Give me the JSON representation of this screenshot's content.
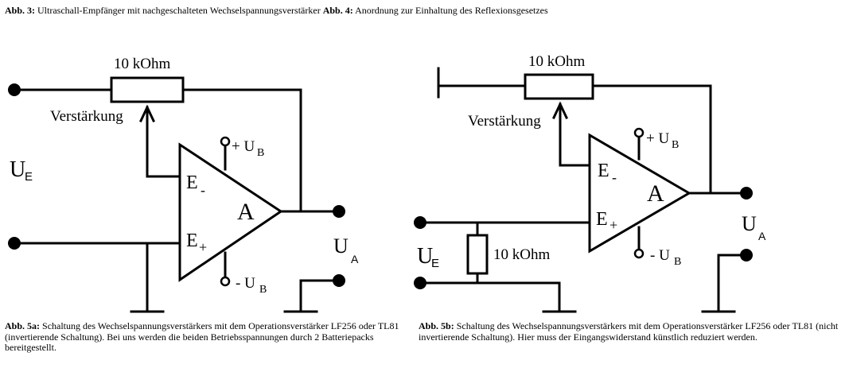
{
  "heading": {
    "fig3_label": "Abb. 3:",
    "fig3_text": "Ultraschall-Empfänger mit nachgeschalteten Wechselspannungsverstärker",
    "fig4_label": "Abb. 4:",
    "fig4_text": "Anordnung zur Einhaltung des Reflexionsgesetzes"
  },
  "circuit_a": {
    "resistor_label": "10 kOhm",
    "gain_label": "Verstärkung",
    "input_label": "U",
    "input_sub": "E",
    "inverting_input": "E",
    "inverting_sign": "-",
    "noninverting_input": "E",
    "noninverting_sign": "+",
    "amp_label": "A",
    "vplus_prefix": "+ U",
    "vplus_sub": "B",
    "vminus_prefix": "- U",
    "vminus_sub": "B",
    "output_label": "U",
    "output_sub": "A"
  },
  "circuit_b": {
    "resistor_label": "10 kOhm",
    "input_resistor_label": "10 kOhm",
    "gain_label": "Verstärkung",
    "input_label": "U",
    "input_sub": "E",
    "inverting_input": "E",
    "inverting_sign": "-",
    "noninverting_input": "E",
    "noninverting_sign": "+",
    "amp_label": "A",
    "vplus_prefix": "+ U",
    "vplus_sub": "B",
    "vminus_prefix": "- U",
    "vminus_sub": "B",
    "output_label": "U",
    "output_sub": "A"
  },
  "caption_a": {
    "label": "Abb. 5a:",
    "text": "Schaltung des Wechselspannungsverstärkers mit dem Operationsverstärker LF256 oder TL81 (invertierende Schaltung). Bei uns werden die beiden Betriebsspannungen durch 2 Batteriepacks bereitgestellt."
  },
  "caption_b": {
    "label": "Abb. 5b:",
    "text": "Schaltung des Wechselspannungsverstärkers mit dem Operationsverstärker LF256 oder TL81 (nicht invertierende Schaltung). Hier muss der Eingangswiderstand künstlich reduziert werden."
  }
}
